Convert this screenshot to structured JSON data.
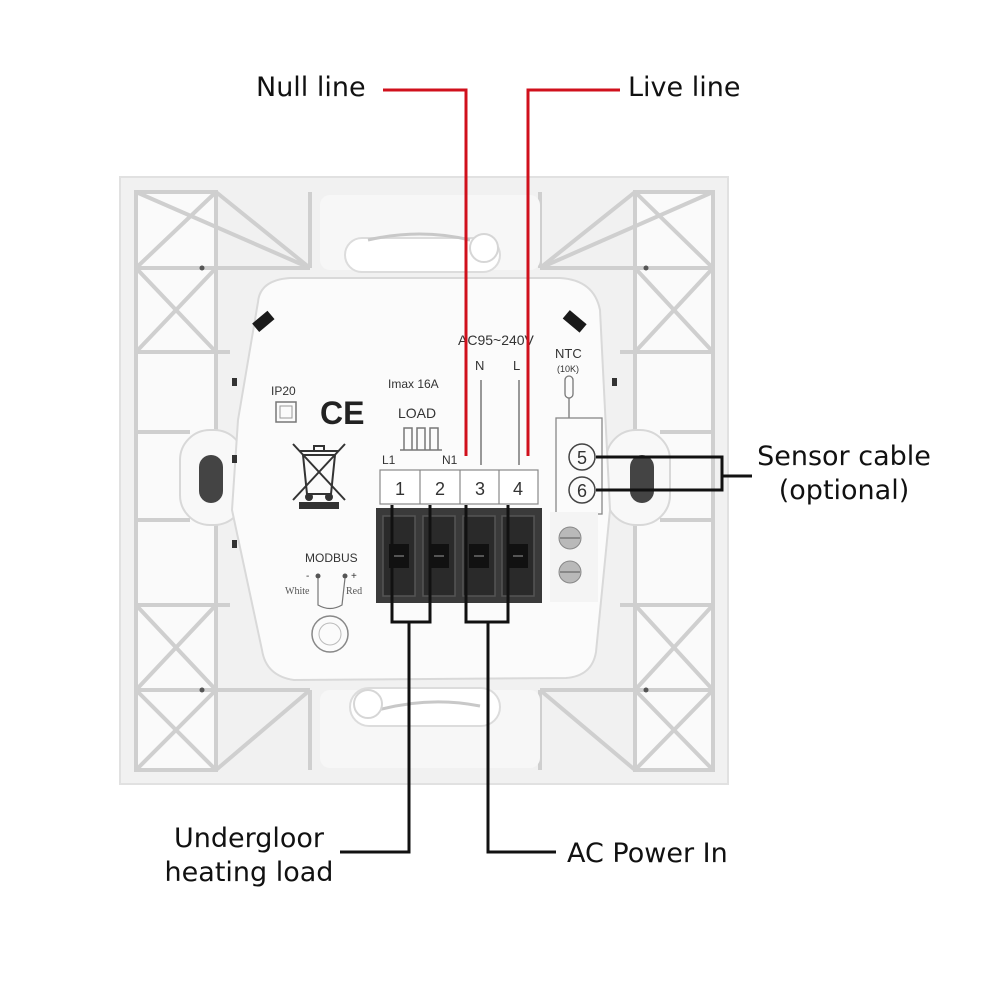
{
  "callouts": {
    "null_line": "Null line",
    "live_line": "Live line",
    "sensor_cable_line1": "Sensor cable",
    "sensor_cable_line2": "(optional)",
    "load_line1": "Undergloor",
    "load_line2": "heating load",
    "ac_power": "AC Power In"
  },
  "device_labels": {
    "voltage": "AC95~240V",
    "n": "N",
    "l": "L",
    "ntc": "NTC",
    "ntc_value": "(10K)",
    "imax": "Imax 16A",
    "load": "LOAD",
    "l1": "L1",
    "n1": "N1",
    "ip20": "IP20",
    "ce": "CE",
    "modbus": "MODBUS",
    "minus": "-",
    "plus": "+",
    "white": "White",
    "red": "Red"
  },
  "terminals": [
    "1",
    "2",
    "3",
    "4"
  ],
  "sensor_terminals": [
    "5",
    "6"
  ],
  "colors": {
    "leader_red": "#d0101c",
    "leader_black": "#111111",
    "plate": "#f1f1f1"
  }
}
